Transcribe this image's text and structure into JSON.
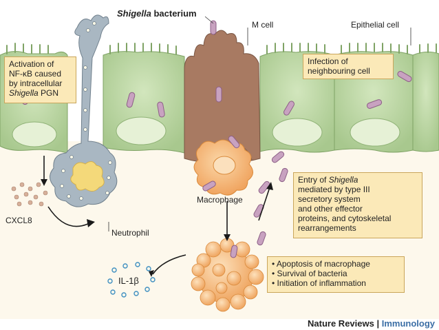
{
  "labels": {
    "shigella_bacterium_italic": "Shigella",
    "shigella_bacterium_rest": " bacterium",
    "m_cell": "M cell",
    "epithelial_cell": "Epithelial cell",
    "cxcl8": "CXCL8",
    "macrophage": "Macrophage",
    "neutrophil": "Neutrophil",
    "il1b": "IL-1β"
  },
  "boxes": {
    "nfkb": {
      "line1": "Activation of",
      "line2": "NF-κB caused",
      "line3": "by intracellular",
      "line4_italic": "Shigella",
      "line4_rest": " PGN"
    },
    "infection": {
      "line1": "Infection of",
      "line2": "neighbouring cell"
    },
    "entry": {
      "line1_plain": "Entry of ",
      "line1_italic": "Shigella",
      "line2": "mediated by type III",
      "line3": "secretory system",
      "line4": "and other effector",
      "line5": "proteins, and cytoskeletal",
      "line6": "rearrangements"
    },
    "outcomes": {
      "items": [
        "• Apoptosis of macrophage",
        "• Survival of bacteria",
        "• Initiation of inflammation"
      ]
    }
  },
  "footer": {
    "journal": "Nature Reviews",
    "separator": " | ",
    "section": "Immunology"
  },
  "colors": {
    "epithelium": "#bcd7a4",
    "nucleus": "#e6f1d6",
    "m_cell": "#a87a62",
    "macrophage": "#f5b574",
    "neutrophil": "#a9b7c2",
    "bacterium": "#c8a2c0",
    "label_box": "#fbe9b8",
    "il1b_dots": "#3e8fc1",
    "journal_link": "#3b6ea5"
  }
}
